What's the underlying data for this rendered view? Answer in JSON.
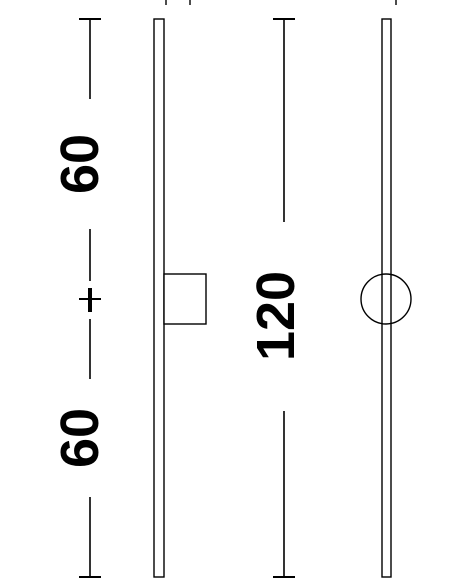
{
  "dimensions": {
    "upper_length": "60",
    "lower_length": "60",
    "total_length": "120"
  },
  "colors": {
    "line": "#000000",
    "background": "#ffffff"
  }
}
